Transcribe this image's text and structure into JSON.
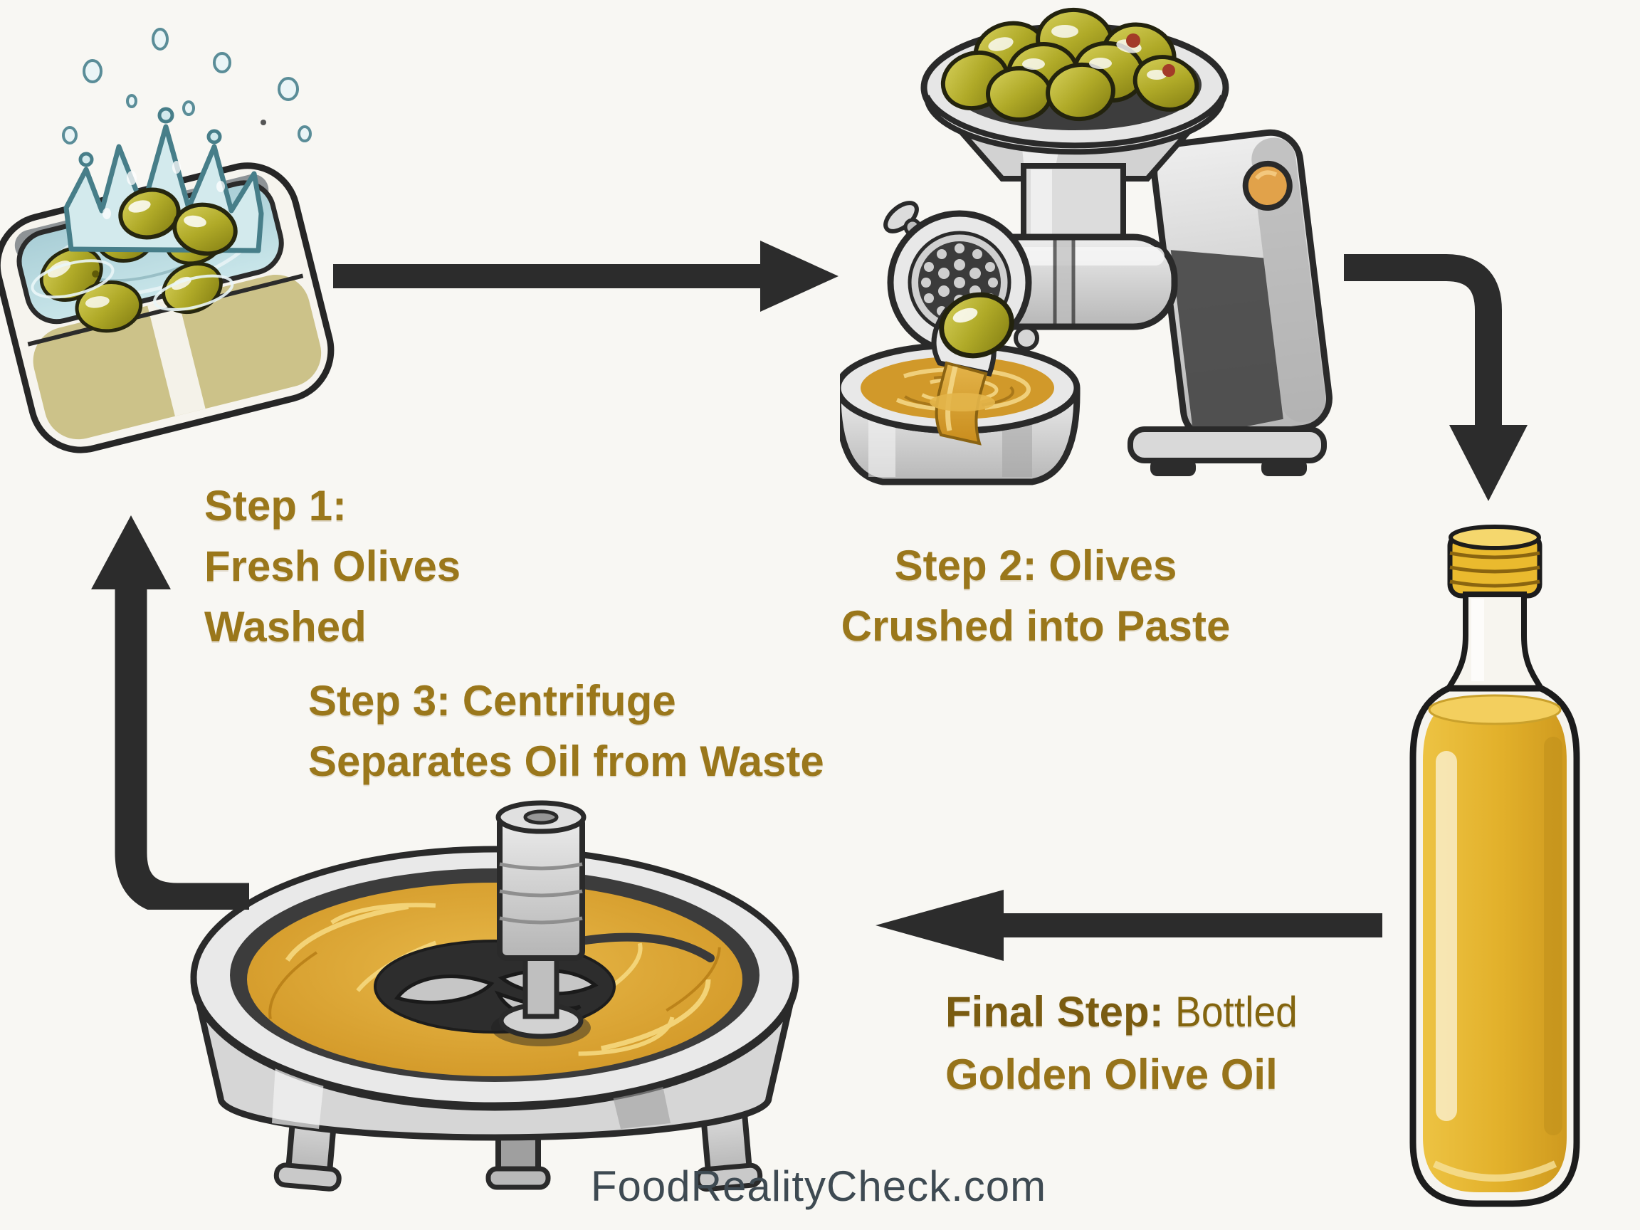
{
  "diagram": {
    "title_implicit": "Olive oil production process cycle",
    "colors": {
      "background": "#f8f7f3",
      "heading_gold": "#9a771b",
      "heading_dark_gold": "#7a5c11",
      "footer_slate": "#3e4a52",
      "arrow_charcoal": "#2c2c2c",
      "olive_green": "#aca62a",
      "water_blue": "#bcdde2",
      "paste_gold": "#d1992a",
      "bottle_oil_gold": "#e6b832",
      "metal_gray": "#d6d6d6",
      "knob_orange": "#e1a24a"
    },
    "steps": [
      {
        "name": "wash",
        "illustration": "washed-olives-basin-icon",
        "lines": [
          "Step 1:",
          "Fresh Olives",
          "Washed"
        ]
      },
      {
        "name": "crush",
        "illustration": "olive-grinder-icon",
        "lines": [
          "Step 2: Olives",
          "Crushed into Paste"
        ]
      },
      {
        "name": "centrifuge",
        "illustration": "centrifuge-separator-icon",
        "lines": [
          "Step 3: Centrifuge",
          "Separates Oil from Waste"
        ]
      },
      {
        "name": "bottle",
        "illustration": "olive-oil-bottle-icon",
        "line1_bold": "Final Step:",
        "line1_rest": "Bottled",
        "line2": "Golden Olive Oil"
      }
    ],
    "footer": {
      "text": "FoodRealityCheck.com"
    }
  }
}
